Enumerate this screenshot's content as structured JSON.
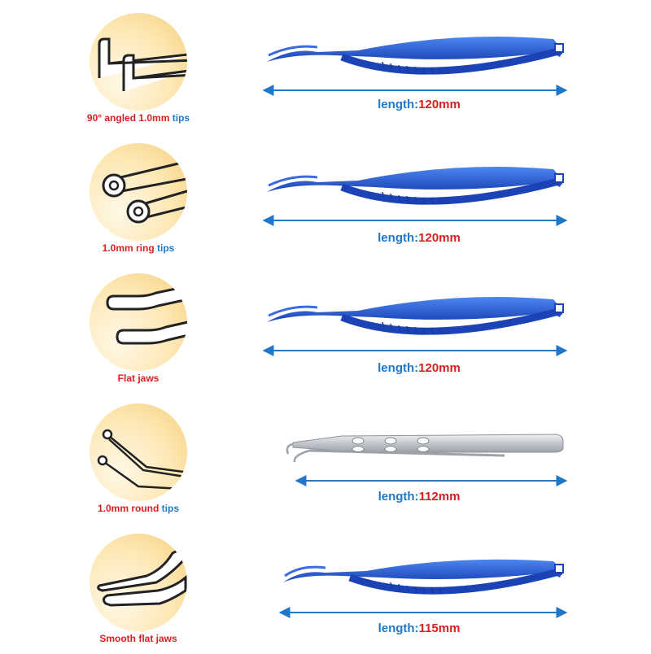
{
  "colors": {
    "label_red": "#d61f1f",
    "label_blue": "#1f78c8",
    "instrument_blue": "#2a5fd8",
    "steel": "#c9ccd1"
  },
  "items": [
    {
      "tip_icon": "angled-tip-icon",
      "tip_red": "90° angled 1.0mm",
      "tip_blue": "tips",
      "length_key": "length:",
      "length_value": "120mm",
      "instrument": "scissors-icon"
    },
    {
      "tip_icon": "ring-tip-icon",
      "tip_red": "1.0mm ring",
      "tip_blue": "tips",
      "length_key": "length:",
      "length_value": "120mm",
      "instrument": "scissors-icon"
    },
    {
      "tip_icon": "flat-jaw-icon",
      "tip_red": "Flat jaws",
      "tip_blue": "",
      "length_key": "length:",
      "length_value": "120mm",
      "instrument": "scissors-icon"
    },
    {
      "tip_icon": "round-tip-icon",
      "tip_red": "1.0mm round",
      "tip_blue": "tips",
      "length_key": "length:",
      "length_value": "112mm",
      "instrument": "forceps-icon"
    },
    {
      "tip_icon": "smooth-flat-jaw-icon",
      "tip_red": "Smooth flat jaws",
      "tip_blue": "",
      "length_key": "length:",
      "length_value": "115mm",
      "instrument": "scissors-icon"
    }
  ]
}
